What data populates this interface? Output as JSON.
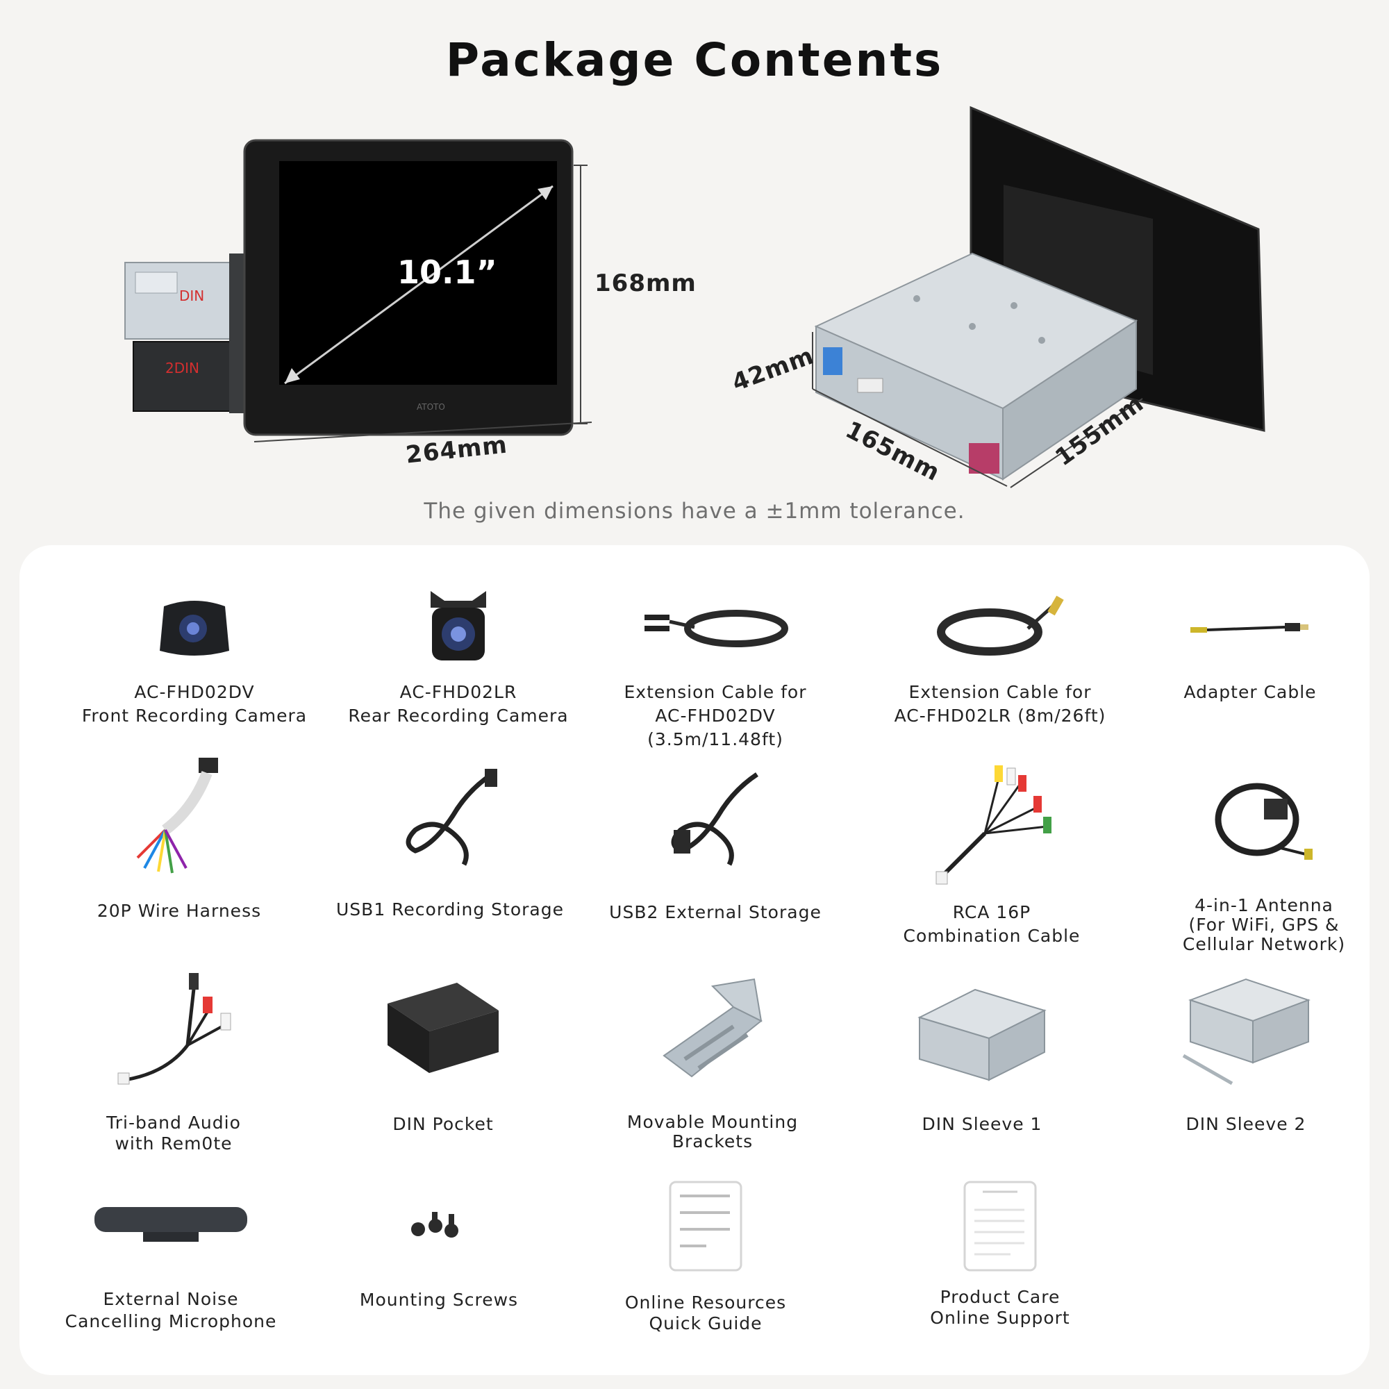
{
  "header": {
    "title": "Package Contents"
  },
  "hero": {
    "screen_size": "10.1”",
    "height": "168mm",
    "width": "264mm",
    "depth": "42mm",
    "length_a": "165mm",
    "length_b": "155mm",
    "din_label": "DIN",
    "two_din_label": "2DIN",
    "brand": "ATOTO",
    "tolerance": "The given dimensions have a ±1mm tolerance."
  },
  "items": [
    {
      "line1": "AC-FHD02DV",
      "line2": "Front Recording Camera",
      "icon": "front-camera-icon"
    },
    {
      "line1": "AC-FHD02LR",
      "line2": "Rear Recording Camera",
      "icon": "rear-camera-icon"
    },
    {
      "line1": "Extension Cable for",
      "line2": "AC-FHD02DV (3.5m/11.48ft)",
      "icon": "extension-cable-icon"
    },
    {
      "line1": "Extension Cable for",
      "line2": "AC-FHD02LR (8m/26ft)",
      "icon": "extension-cable-icon"
    },
    {
      "line1": "Adapter Cable",
      "line2": "",
      "icon": "adapter-cable-icon"
    },
    {
      "line1": "20P Wire Harness",
      "line2": "",
      "icon": "wire-harness-icon"
    },
    {
      "line1": "USB1 Recording Storage",
      "line2": "",
      "icon": "usb-cable-icon"
    },
    {
      "line1": "USB2 External Storage",
      "line2": "",
      "icon": "usb-cable-icon"
    },
    {
      "line1": "RCA 16P",
      "line2": "Combination Cable",
      "icon": "rca-cable-icon"
    },
    {
      "line1": "4-in-1 Antenna",
      "line2": "(For WiFi, GPS &",
      "line3": "Cellular Network)",
      "icon": "antenna-icon"
    },
    {
      "line1": "Tri-band Audio",
      "line2": "with Rem0te",
      "icon": "audio-cable-icon"
    },
    {
      "line1": "DIN Pocket",
      "line2": "",
      "icon": "din-pocket-icon"
    },
    {
      "line1": "Movable Mounting",
      "line2": "Brackets",
      "icon": "bracket-icon"
    },
    {
      "line1": "DIN Sleeve 1",
      "line2": "",
      "icon": "din-sleeve-icon"
    },
    {
      "line1": "DIN Sleeve 2",
      "line2": "",
      "icon": "din-sleeve-icon"
    },
    {
      "line1": "External Noise",
      "line2": "Cancelling Microphone",
      "icon": "microphone-icon"
    },
    {
      "line1": "Mounting Screws",
      "line2": "",
      "icon": "screws-icon"
    },
    {
      "line1": "Online Resources",
      "line2": "Quick Guide",
      "icon": "document-icon"
    },
    {
      "line1": "Product Care",
      "line2": "Online Support",
      "icon": "document-icon"
    }
  ]
}
